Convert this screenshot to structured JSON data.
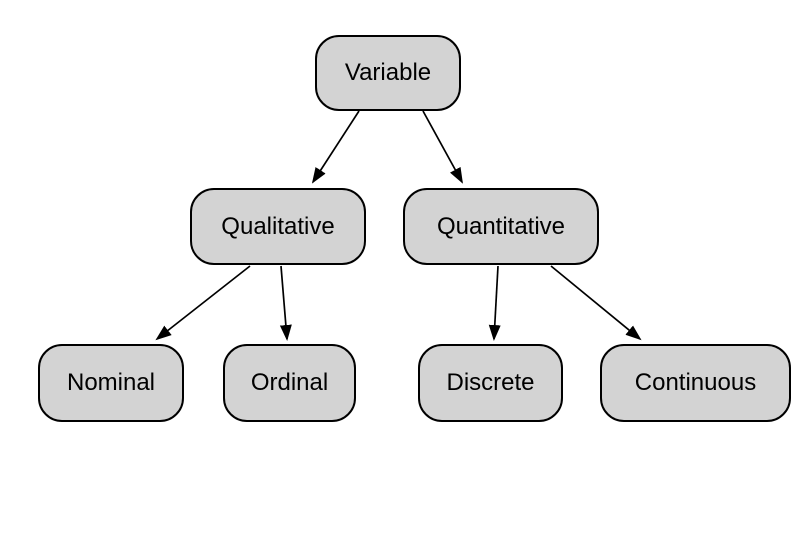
{
  "diagram": {
    "type": "tree",
    "description": "Classification of variable types",
    "colors": {
      "background": "#ffffff",
      "node_fill": "#d3d3d3",
      "node_border": "#000000",
      "edge": "#000000",
      "text": "#000000"
    },
    "nodes": [
      {
        "id": "variable",
        "label": "Variable",
        "level": 1
      },
      {
        "id": "qualitative",
        "label": "Qualitative",
        "level": 2
      },
      {
        "id": "quantitative",
        "label": "Quantitative",
        "level": 2
      },
      {
        "id": "nominal",
        "label": "Nominal",
        "level": 3
      },
      {
        "id": "ordinal",
        "label": "Ordinal",
        "level": 3
      },
      {
        "id": "discrete",
        "label": "Discrete",
        "level": 3
      },
      {
        "id": "continuous",
        "label": "Continuous",
        "level": 3
      }
    ],
    "edges": [
      {
        "from": "Variable",
        "to": "Qualitative"
      },
      {
        "from": "Variable",
        "to": "Quantitative"
      },
      {
        "from": "Qualitative",
        "to": "Nominal"
      },
      {
        "from": "Qualitative",
        "to": "Ordinal"
      },
      {
        "from": "Quantitative",
        "to": "Discrete"
      },
      {
        "from": "Quantitative",
        "to": "Continuous"
      }
    ]
  }
}
